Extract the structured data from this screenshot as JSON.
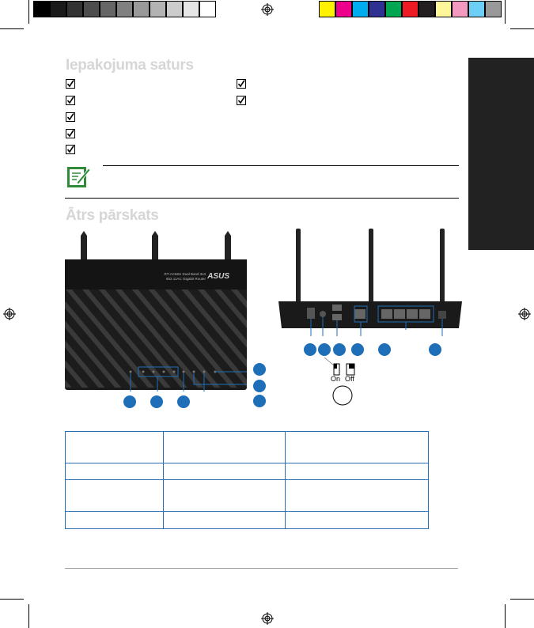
{
  "sections": {
    "contents_title": "Iepakojuma saturs",
    "overview_title": "Ātrs pārskats"
  },
  "checklist": {
    "left_count": 5,
    "right_count": 2
  },
  "router_front": {
    "label_line1": "RT-AC66U Dual Band 3x3",
    "label_line2": "802.11AC Gigabit Router",
    "brand": "ASUS"
  },
  "power_switch": {
    "on_label": "On",
    "off_label": "Off"
  },
  "colors": {
    "accent_blue": "#1e6fb8",
    "title_gray": "#d6d6d6",
    "note_green": "#2f8a3a",
    "router_body": "#222222"
  },
  "icons": {
    "note": "note-pencil-icon",
    "check": "checkbox-checked-icon",
    "registration": "registration-mark-icon"
  }
}
